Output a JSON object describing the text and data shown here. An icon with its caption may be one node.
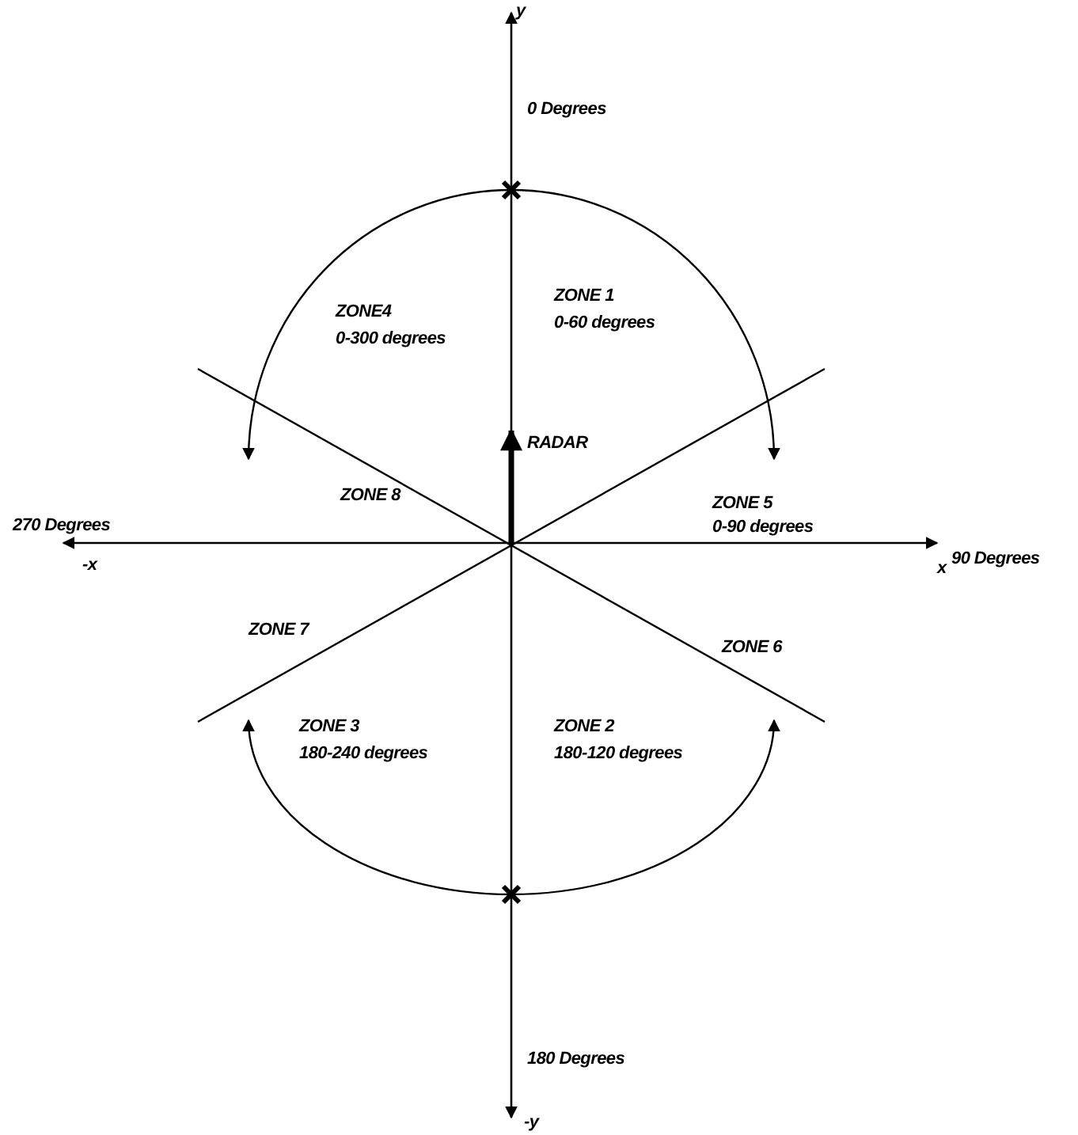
{
  "diagram": {
    "labels": [
      "y",
      "0 Degrees",
      "ZONE4",
      "0-300 degrees",
      "ZONE 1",
      "0-60 degrees",
      "RADAR",
      "ZONE 8",
      "ZONE 5",
      "0-90 degrees",
      "270 Degrees",
      "90 Degrees",
      "-x",
      "x",
      "ZONE 7",
      "ZONE 6",
      "ZONE 3",
      "180-240 degrees",
      "ZONE 2",
      "180-120 degrees",
      "180 Degrees",
      "-y"
    ]
  }
}
